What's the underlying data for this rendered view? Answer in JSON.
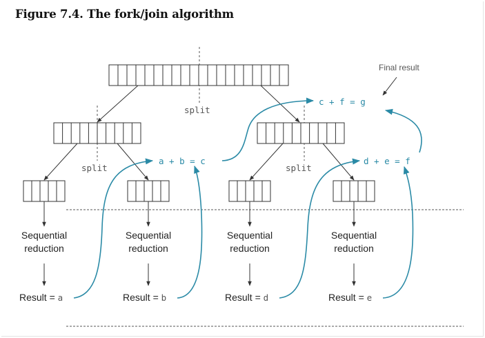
{
  "title": "Figure 7.4. The fork/join algorithm",
  "labels": {
    "split": "split",
    "final_result": "Final result",
    "sequential_line1": "Sequential",
    "sequential_line2": "reduction",
    "result_prefix": "Result = "
  },
  "results": [
    "a",
    "b",
    "d",
    "e"
  ],
  "equations": {
    "left": "a + b = c",
    "right": "d + e = f",
    "final": "c + f = g"
  },
  "colors": {
    "accent": "#2a8aa6",
    "line": "#333333",
    "text": "#222222"
  }
}
